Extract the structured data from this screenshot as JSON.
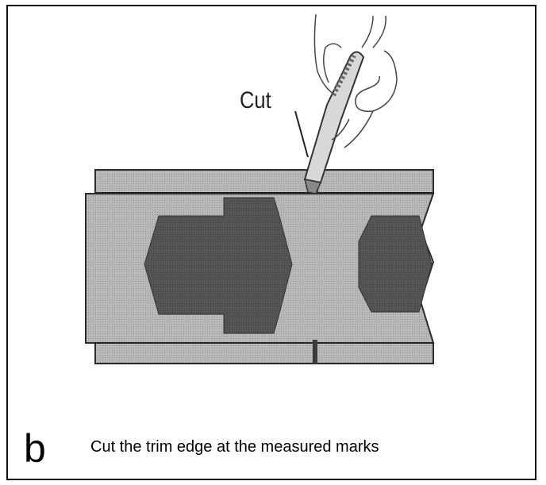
{
  "figure": {
    "callout_label": "Cut",
    "panel_letter": "b",
    "caption": "Cut the trim edge at the measured marks"
  }
}
